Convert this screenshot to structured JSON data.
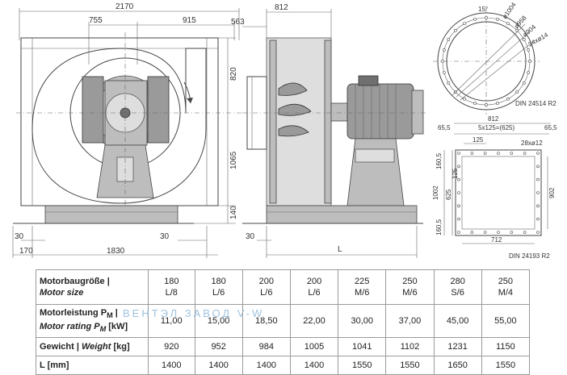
{
  "drawing": {
    "front_view": {
      "width_total": "2170",
      "left_part": "755",
      "right_part": "915",
      "height_upper": "820",
      "height_lower": "1065",
      "base_height": "140",
      "offset_left": "30",
      "offset_right": "30",
      "base_length": "1830",
      "foot_offset": "170"
    },
    "side_view": {
      "depth": "812",
      "inlet_offset": "563",
      "left_offset": "30",
      "length_label": "L"
    },
    "flange_round": {
      "angle": "15°",
      "d1": "ø1004",
      "d2": "ø958",
      "d3": "ø904",
      "holes": "24xø14",
      "standard": "DIN 24514 R2"
    },
    "flange_rect": {
      "width_total": "812",
      "edge_left": "65,5",
      "edge_right": "65,5",
      "hole_spacing_h": "5x125=(625)",
      "hole_step_h": "125",
      "holes": "28xø12",
      "side_left_top": "160,5",
      "side_step": "125",
      "side_total": "625",
      "height_total": "1002",
      "side_left_bottom": "160,5",
      "inner_height": "902",
      "inner_width": "712",
      "standard": "DIN 24193 R2"
    }
  },
  "table": {
    "row_size": {
      "label_de": "Motorbaugröße |",
      "label_en": "Motor size",
      "values": [
        [
          "180",
          "L/8"
        ],
        [
          "180",
          "L/6"
        ],
        [
          "200",
          "L/6"
        ],
        [
          "200",
          "L/6"
        ],
        [
          "225",
          "M/6"
        ],
        [
          "250",
          "M/6"
        ],
        [
          "280",
          "S/6"
        ],
        [
          "250",
          "M/4"
        ]
      ]
    },
    "row_rating": {
      "label_de_prefix": "Motorleistung P",
      "label_de_sub": "M",
      "label_de_suffix": " |",
      "label_en_prefix": "Motor rating P",
      "label_en_sub": "M",
      "label_en_suffix": " [kW]",
      "values": [
        "11,00",
        "15,00",
        "18,50",
        "22,00",
        "30,00",
        "37,00",
        "45,00",
        "55,00"
      ]
    },
    "row_weight": {
      "label_de": "Gewicht |",
      "label_en": "Weight",
      "label_unit": "[kg]",
      "values": [
        "920",
        "952",
        "984",
        "1005",
        "1041",
        "1102",
        "1231",
        "1150"
      ]
    },
    "row_length": {
      "label": "L [mm]",
      "values": [
        "1400",
        "1400",
        "1400",
        "1400",
        "1550",
        "1550",
        "1650",
        "1550"
      ]
    }
  },
  "watermark": "ВЕНТЭЛ ЗАВОД V-W"
}
